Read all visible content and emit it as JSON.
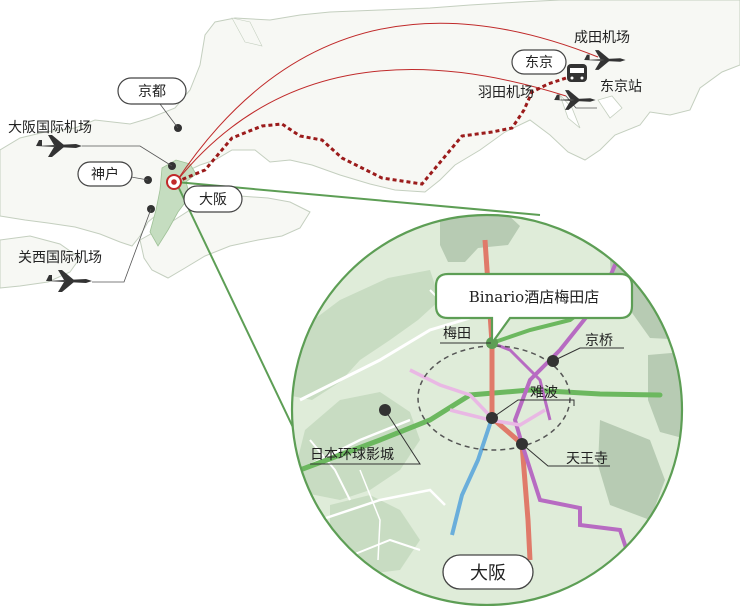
{
  "map": {
    "colors": {
      "land": "#f7f8f4",
      "coast": "#c4cfbf",
      "osaka_area": "#c5ddc0",
      "inset_fill": "#dfecd9",
      "inset_block": "#b7cbb3",
      "inset_border": "#5d9e55",
      "route_red": "#c02a2a",
      "shinkansen": "#9b1b1b",
      "line_green": "#6cb85f",
      "line_red": "#e07a6a",
      "line_purple": "#b76bc2",
      "line_pink": "#e9b8e4",
      "line_blue": "#6aaedb"
    },
    "labels": {
      "narita": "成田机场",
      "tokyo": "东京",
      "haneda": "羽田机场",
      "tokyo_station": "东京站",
      "kyoto": "京都",
      "itami": "大阪国际机场",
      "kobe": "神户",
      "osaka": "大阪",
      "kansai": "关西国际机场"
    },
    "inset": {
      "title": "大阪",
      "hotel": "Binario酒店梅田店",
      "umeda": "梅田",
      "kyobashi": "京桥",
      "namba": "难波",
      "usj": "日本环球影城",
      "tennoji": "天王寺"
    }
  }
}
